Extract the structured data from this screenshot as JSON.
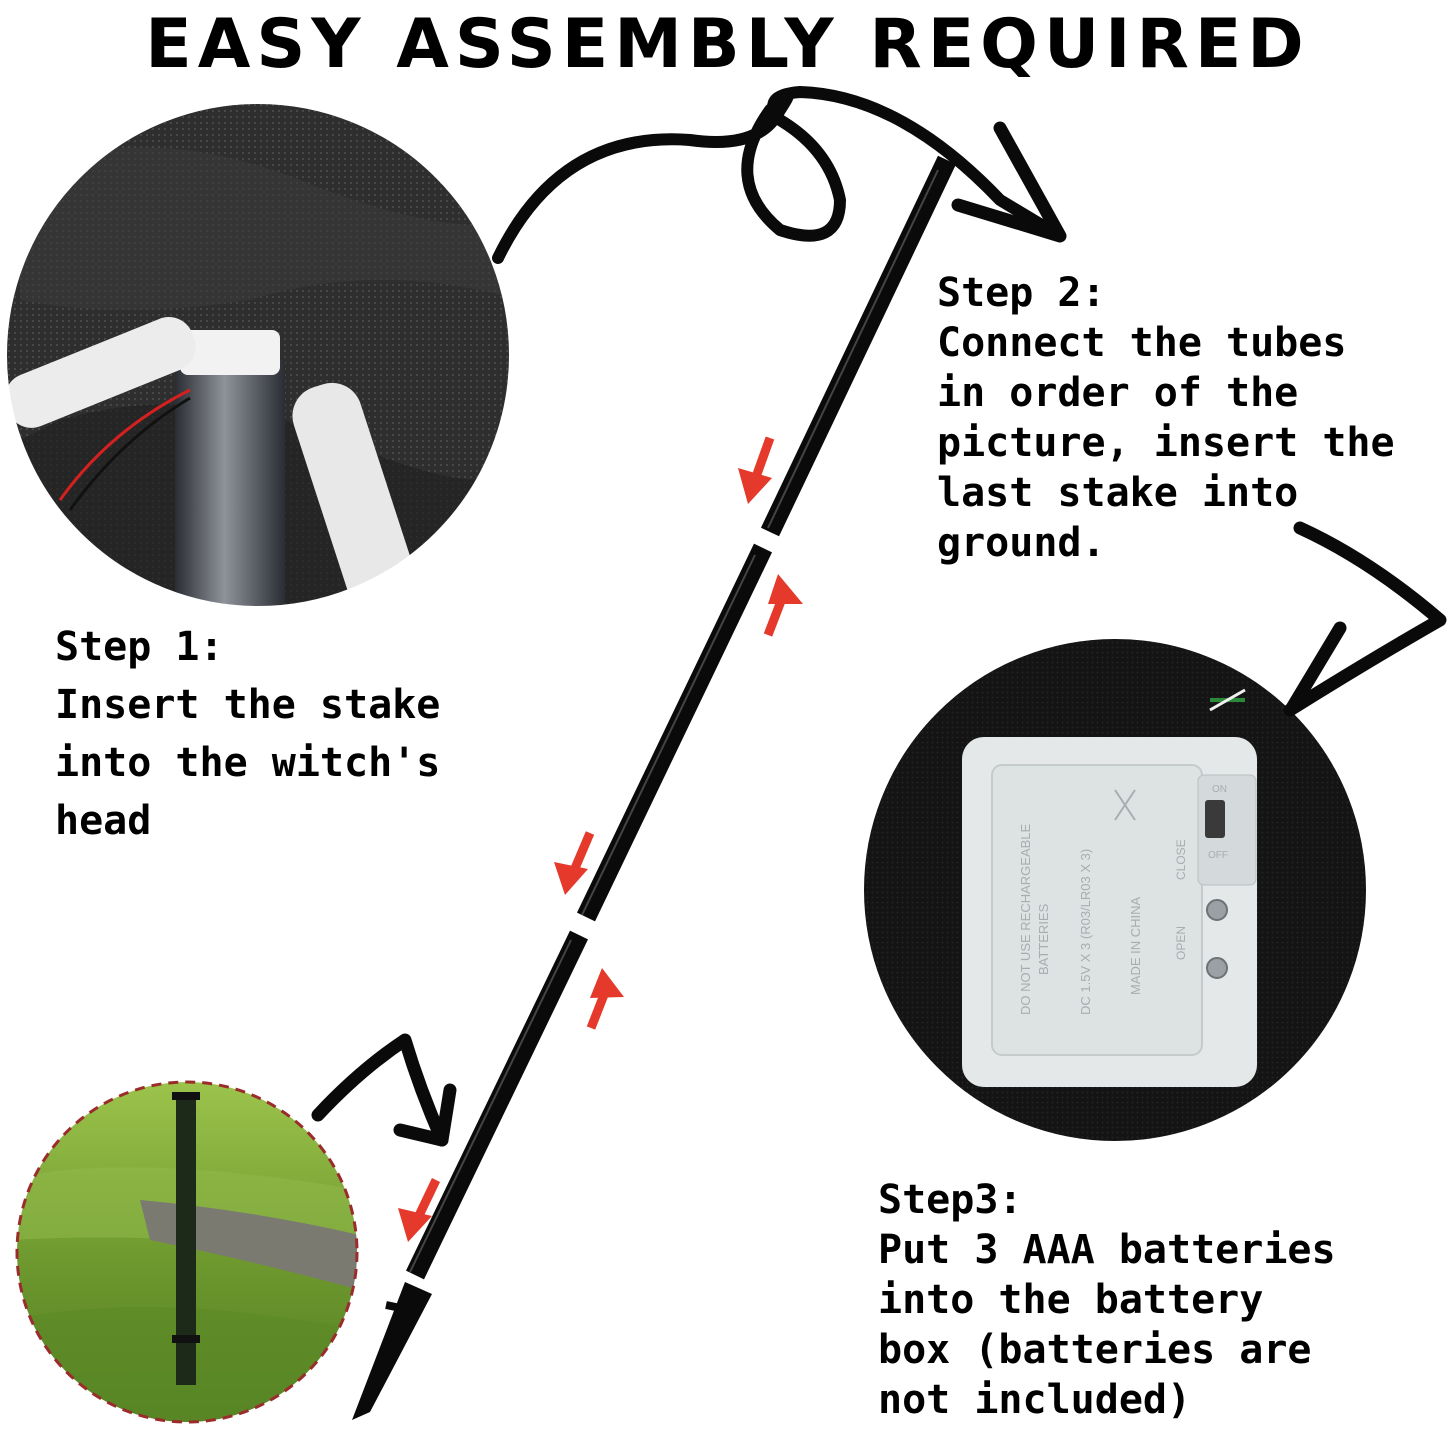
{
  "title": "EASY ASSEMBLY REQUIRED",
  "steps": [
    {
      "lines": [
        "Step 1:",
        "Insert the stake",
        "into the witch's",
        "head"
      ]
    },
    {
      "lines": [
        "Step 2:",
        "Connect the tubes",
        "in order of the",
        "picture, insert the",
        "last stake into",
        "ground."
      ]
    },
    {
      "lines": [
        "Step3:",
        "Put 3 AAA batteries",
        "into the battery",
        "box (batteries are",
        "not included)"
      ]
    }
  ],
  "battery_box": {
    "label_lines": [
      "DO NOT USE RECHARGEABLE",
      "BATTERIES",
      "DC 1.5V X 3 (R03/LR03 X 3)",
      "MADE IN CHINA"
    ],
    "switch_on": "ON",
    "switch_off": "OFF",
    "open": "OPEN",
    "close": "CLOSE"
  },
  "colors": {
    "arrow_red": "#e5392b",
    "tube_black": "#0a0a0a",
    "grass_green": "#6a8f2c",
    "fabric_dark": "#2a2a2a",
    "box_white": "#e6e9ea"
  }
}
